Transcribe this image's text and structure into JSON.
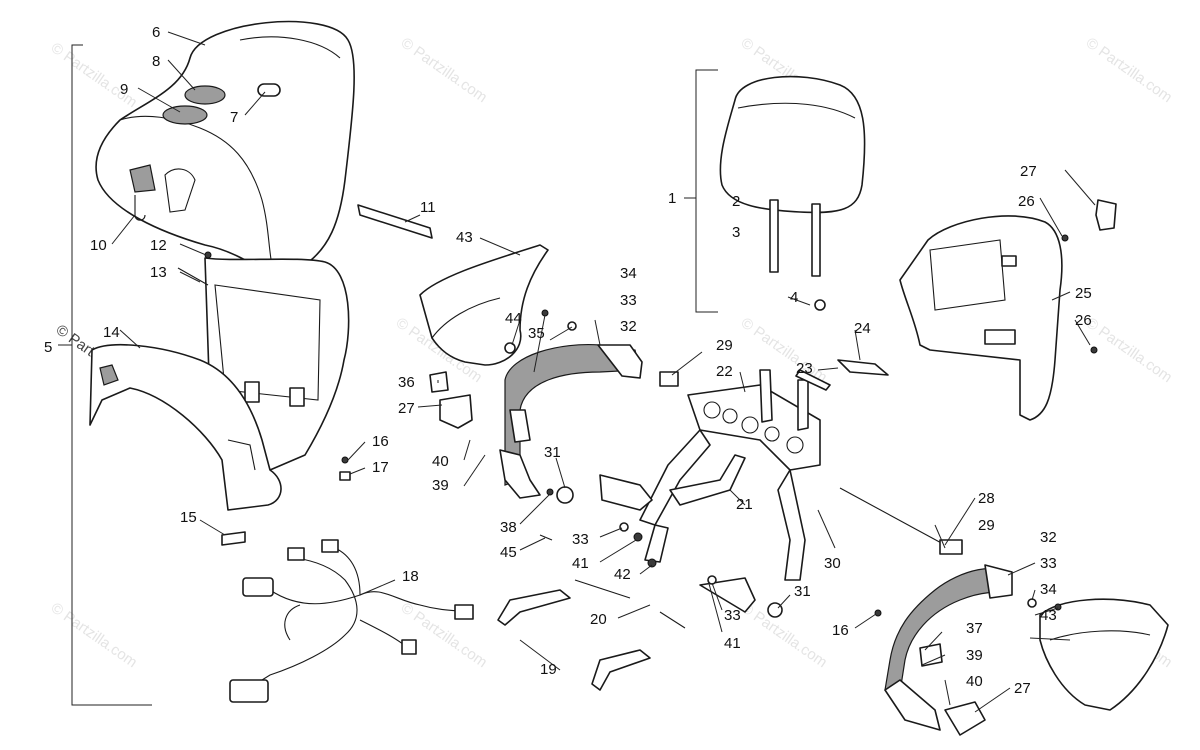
{
  "watermark": "© Partzilla.com",
  "watermark_copy": "© Partzilla.com",
  "callouts": {
    "c1": "1",
    "c2": "2",
    "c3": "3",
    "c4": "4",
    "c5": "5",
    "c6": "6",
    "c7": "7",
    "c8": "8",
    "c9": "9",
    "c10": "10",
    "c11": "11",
    "c12": "12",
    "c13": "13",
    "c14": "14",
    "c15": "15",
    "c16": "16",
    "c17": "17",
    "c18": "18",
    "c19": "19",
    "c20": "20",
    "c21": "21",
    "c22": "22",
    "c23": "23",
    "c24": "24",
    "c25": "25",
    "c26": "26",
    "c27": "27",
    "c28": "28",
    "c29": "29",
    "c30": "30",
    "c31": "31",
    "c32": "32",
    "c33": "33",
    "c34": "34",
    "c35": "35",
    "c36": "36",
    "c37": "37",
    "c38": "38",
    "c39": "39",
    "c40": "40",
    "c41": "41",
    "c42": "42",
    "c43": "43",
    "c44": "44",
    "c45": "45"
  }
}
